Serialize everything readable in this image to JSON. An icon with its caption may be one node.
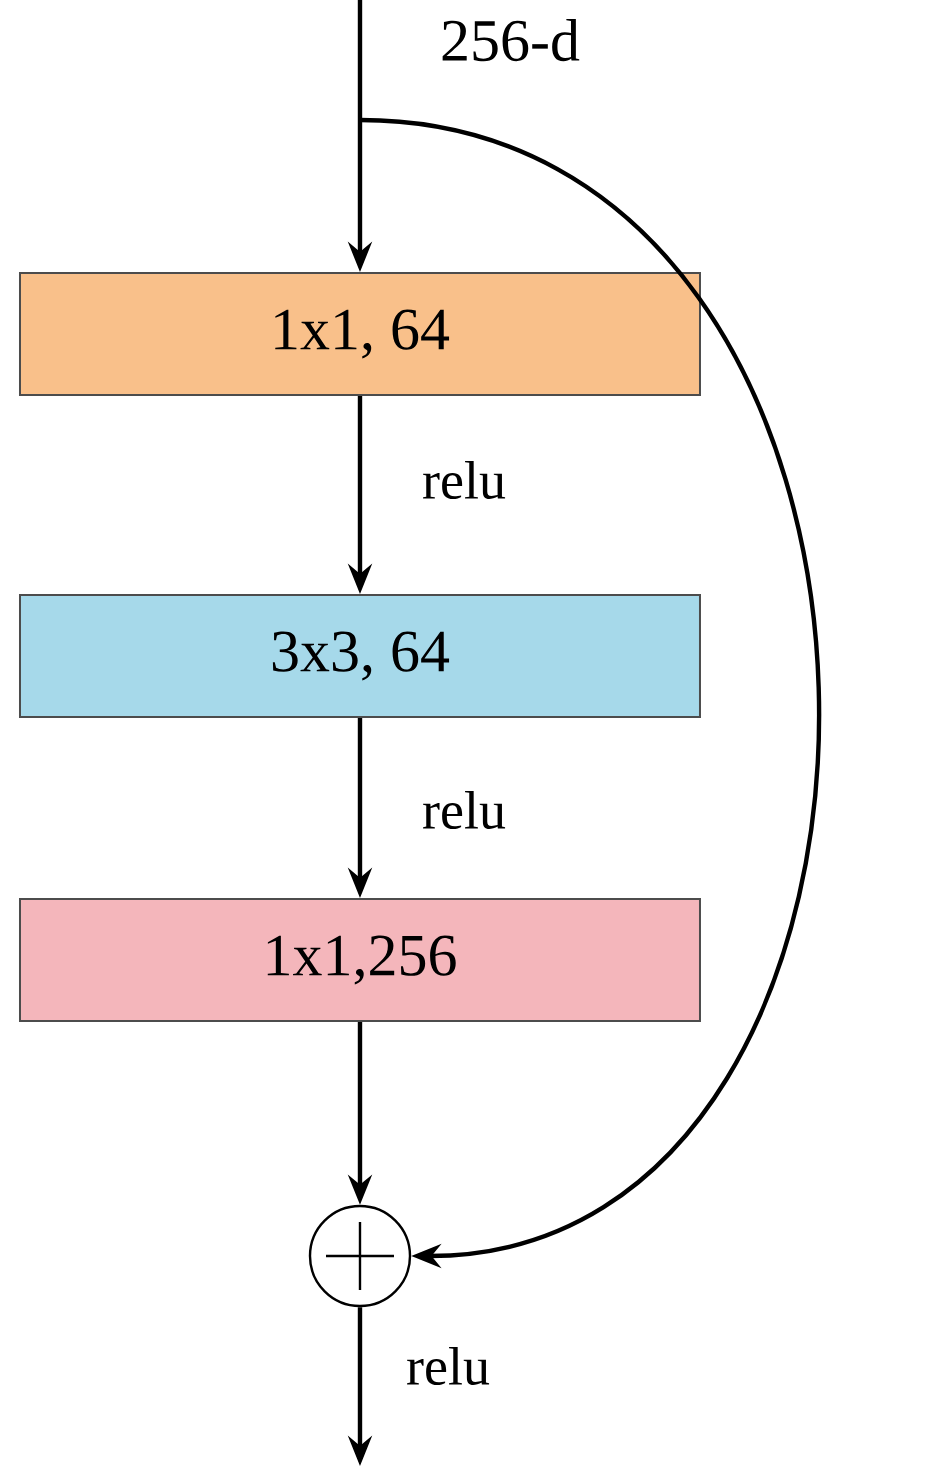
{
  "diagram": {
    "nodes": [
      {
        "text": [
          "1x1, 64"
        ]
      },
      {
        "text": [
          "3x3, 64"
        ]
      },
      {
        "text": [
          "1x1,256"
        ]
      },
      {
        "text": [],
        "shape": "circle"
      }
    ],
    "edges": [
      {
        "from": null,
        "to": 0,
        "arrow": "to"
      },
      {
        "from": 0,
        "to": 1,
        "arrow": "to",
        "label": "relu"
      },
      {
        "from": 1,
        "to": 2,
        "arrow": "to",
        "label": "relu"
      },
      {
        "from": 2,
        "to": 3,
        "arrow": "to"
      },
      {
        "from": null,
        "to": 3,
        "arrow": "to"
      },
      {
        "from": 3,
        "to": null,
        "arrow": "to",
        "label": "relu"
      }
    ],
    "labels": [
      "256-d"
    ]
  }
}
